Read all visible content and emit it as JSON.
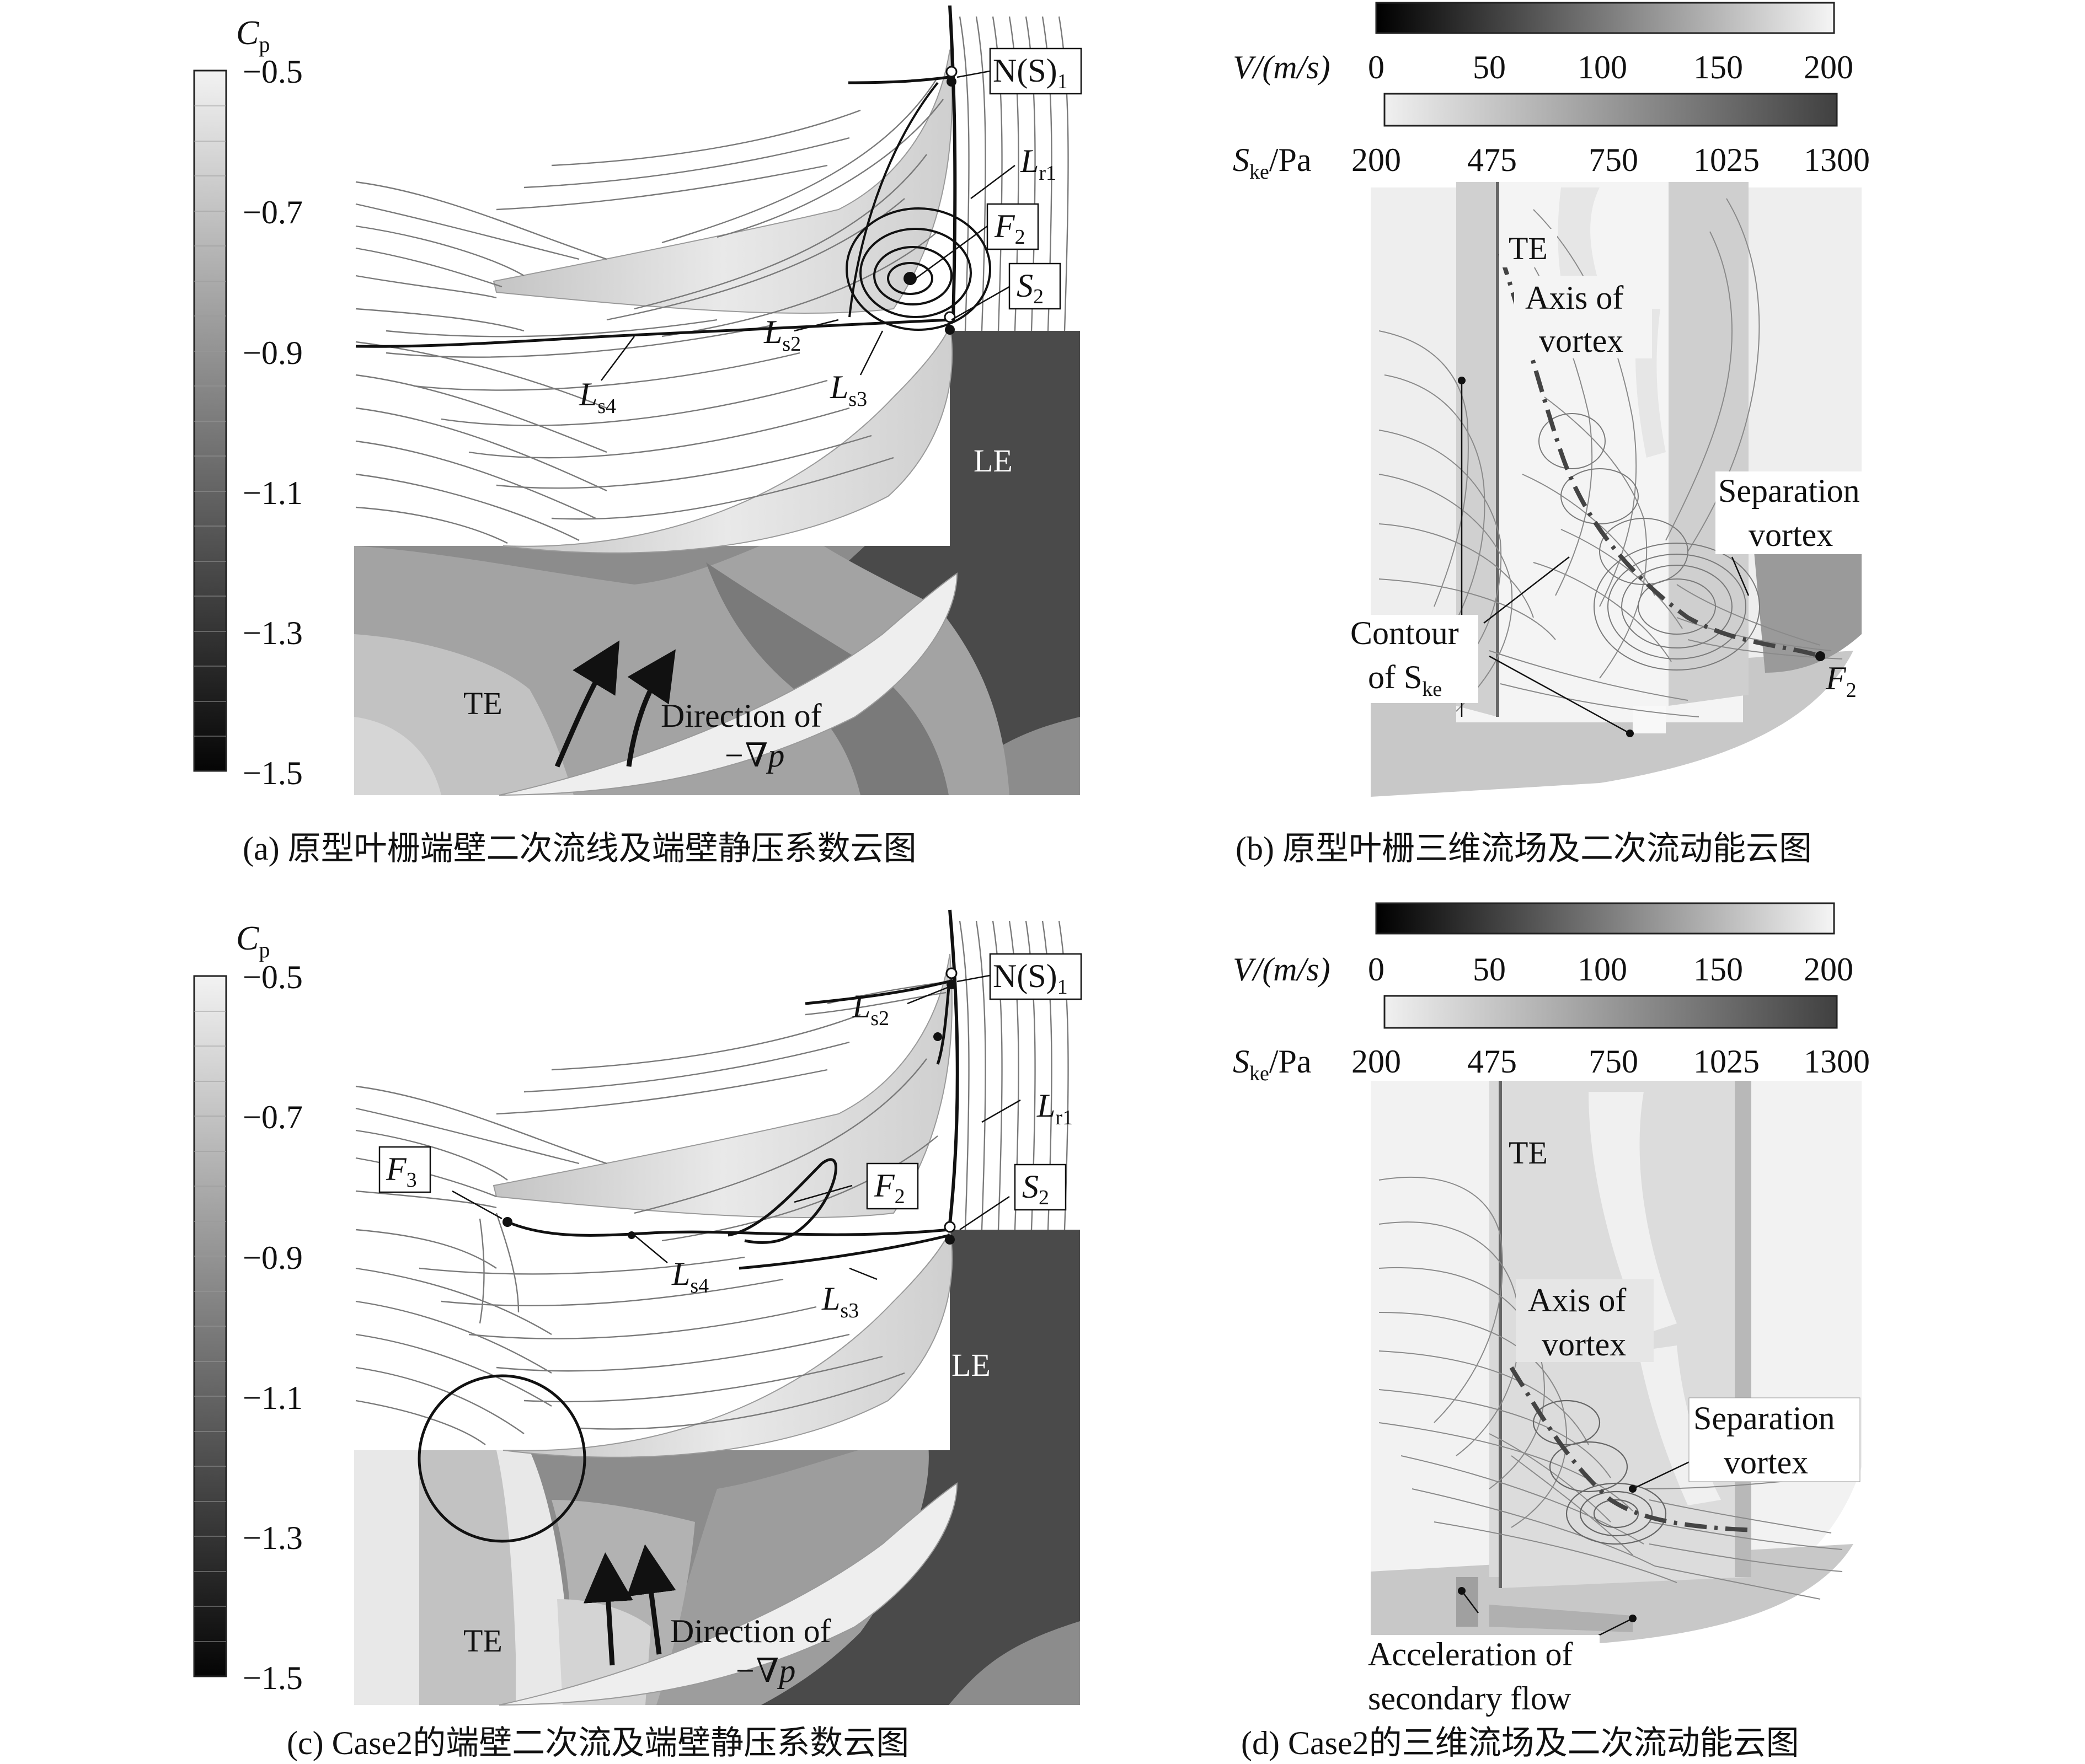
{
  "panel_a": {
    "colorbar_label_main": "C",
    "colorbar_label_sub": "p",
    "ticks": [
      "−0.5",
      "−0.7",
      "−0.9",
      "−1.1",
      "−1.3",
      "−1.5"
    ],
    "labels": {
      "ns1_main": "N(S)",
      "ns1_sub": "1",
      "lr1_main": "L",
      "lr1_sub": "r1",
      "f2_main": "F",
      "f2_sub": "2",
      "s2_main": "S",
      "s2_sub": "2",
      "ls2_main": "L",
      "ls2_sub": "s2",
      "ls3_main": "L",
      "ls3_sub": "s3",
      "ls4_main": "L",
      "ls4_sub": "s4",
      "le": "LE",
      "te": "TE",
      "direction_line1": "Direction of",
      "direction_line2": "−∇p"
    },
    "caption": "(a) 原型叶栅端壁二次流线及端壁静压系数云图"
  },
  "panel_b": {
    "v_label": "V/(m/s)",
    "v_ticks": [
      "0",
      "50",
      "100",
      "150",
      "200"
    ],
    "ske_label_main": "S",
    "ske_label_sub": "ke",
    "ske_label_unit": "/Pa",
    "ske_ticks": [
      "200",
      "475",
      "750",
      "1025",
      "1300"
    ],
    "labels": {
      "te": "TE",
      "axis_line1": "Axis of",
      "axis_line2": "vortex",
      "sep_line1": "Separation",
      "sep_line2": "vortex",
      "contour_line1": "Contour",
      "contour_line2": "of S",
      "contour_sub": "ke",
      "f2_main": "F",
      "f2_sub": "2"
    },
    "caption": "(b) 原型叶栅三维流场及二次流动能云图"
  },
  "panel_c": {
    "colorbar_label_main": "C",
    "colorbar_label_sub": "p",
    "ticks": [
      "−0.5",
      "−0.7",
      "−0.9",
      "−1.1",
      "−1.3",
      "−1.5"
    ],
    "labels": {
      "ns1_main": "N(S)",
      "ns1_sub": "1",
      "ls2_main": "L",
      "ls2_sub": "s2",
      "lr1_main": "L",
      "lr1_sub": "r1",
      "f3_main": "F",
      "f3_sub": "3",
      "f2_main": "F",
      "f2_sub": "2",
      "s2_main": "S",
      "s2_sub": "2",
      "ls4_main": "L",
      "ls4_sub": "s4",
      "ls3_main": "L",
      "ls3_sub": "s3",
      "le": "LE",
      "te": "TE",
      "direction_line1": "Direction of",
      "direction_line2": "−∇p"
    },
    "caption": "(c) Case2的端壁二次流及端壁静压系数云图"
  },
  "panel_d": {
    "v_label": "V/(m/s)",
    "v_ticks": [
      "0",
      "50",
      "100",
      "150",
      "200"
    ],
    "ske_label_main": "S",
    "ske_label_sub": "ke",
    "ske_label_unit": "/Pa",
    "ske_ticks": [
      "200",
      "475",
      "750",
      "1025",
      "1300"
    ],
    "labels": {
      "te": "TE",
      "axis_line1": "Axis of",
      "axis_line2": "vortex",
      "sep_line1": "Separation",
      "sep_line2": "vortex",
      "accel_line1": "Acceleration of",
      "accel_line2": "secondary flow"
    },
    "caption": "(d) Case2的三维流场及二次流动能云图"
  },
  "colors": {
    "ink": "#111111",
    "wall_dark": "#4a4a4a",
    "wall_mid": "#8c8c8c",
    "wall_light": "#c8c8c8",
    "streamline": "#7a7a7a"
  }
}
